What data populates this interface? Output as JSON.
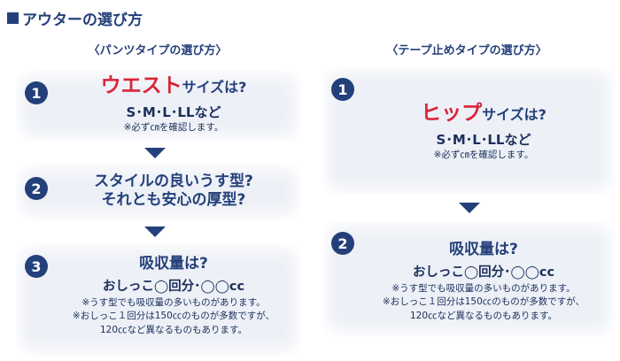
{
  "page": {
    "title": "アウターの選び方"
  },
  "left": {
    "heading": "〈パンツタイプの選び方〉",
    "step1": {
      "number": "1",
      "highlight": "ウエスト",
      "rest": "サイズは?",
      "sizes": "S･M･L･LLなど",
      "note": "※必ず㎝を確認します。"
    },
    "step2": {
      "number": "2",
      "line1": "スタイルの良いうす型?",
      "line2": "それとも安心の厚型?"
    },
    "step3": {
      "number": "3",
      "headline": "吸収量は?",
      "sub": "おしっこ◯回分･◯◯cc",
      "note1": "※うす型でも吸収量の多いものがあります。",
      "note2": "※おしっこ１回分は150㏄のものが多数ですが、",
      "note3": "120㏄など異なるものもあります。"
    }
  },
  "right": {
    "heading": "〈テープ止めタイプの選び方〉",
    "step1": {
      "number": "1",
      "highlight": "ヒップ",
      "rest": "サイズは?",
      "sizes": "S･M･L･LLなど",
      "note": "※必ず㎝を確認します。"
    },
    "step2": {
      "number": "2",
      "headline": "吸収量は?",
      "sub": "おしっこ◯回分･◯◯cc",
      "note1": "※うす型でも吸収量の多いものがあります。",
      "note2": "※おしっこ１回分は150㏄のものが多数ですが、",
      "note3": "120㏄など異なるものもあります。"
    }
  },
  "colors": {
    "navy": "#24407a",
    "red": "#d8263a",
    "card": "#edf0f6"
  },
  "icons": {
    "step_arrow": "triangle-down-icon",
    "title_marker": "square-icon"
  }
}
